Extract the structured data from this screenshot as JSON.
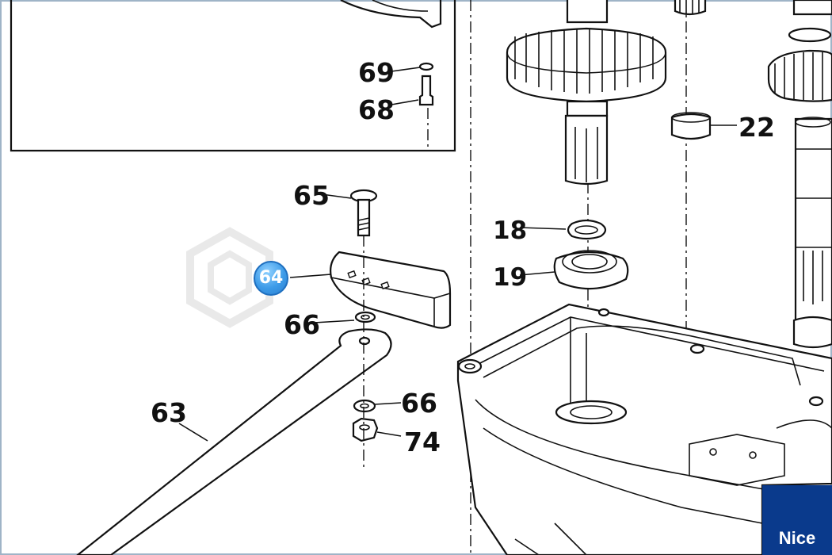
{
  "diagram": {
    "callouts": [
      {
        "id": "69",
        "text": "69"
      },
      {
        "id": "68",
        "text": "68"
      },
      {
        "id": "65",
        "text": "65"
      },
      {
        "id": "66a",
        "text": "66"
      },
      {
        "id": "66b",
        "text": "66"
      },
      {
        "id": "63",
        "text": "63"
      },
      {
        "id": "74",
        "text": "74"
      },
      {
        "id": "18",
        "text": "18"
      },
      {
        "id": "19",
        "text": "19"
      },
      {
        "id": "22",
        "text": "22"
      }
    ],
    "highlighted_part": "64",
    "brand_logo": "Nice",
    "watermark_icon": "hexagon-watermark-icon",
    "colors": {
      "badge": "#3d9be8",
      "logo_bg": "#0a3a8c",
      "frame": "#9fb4c7"
    }
  }
}
